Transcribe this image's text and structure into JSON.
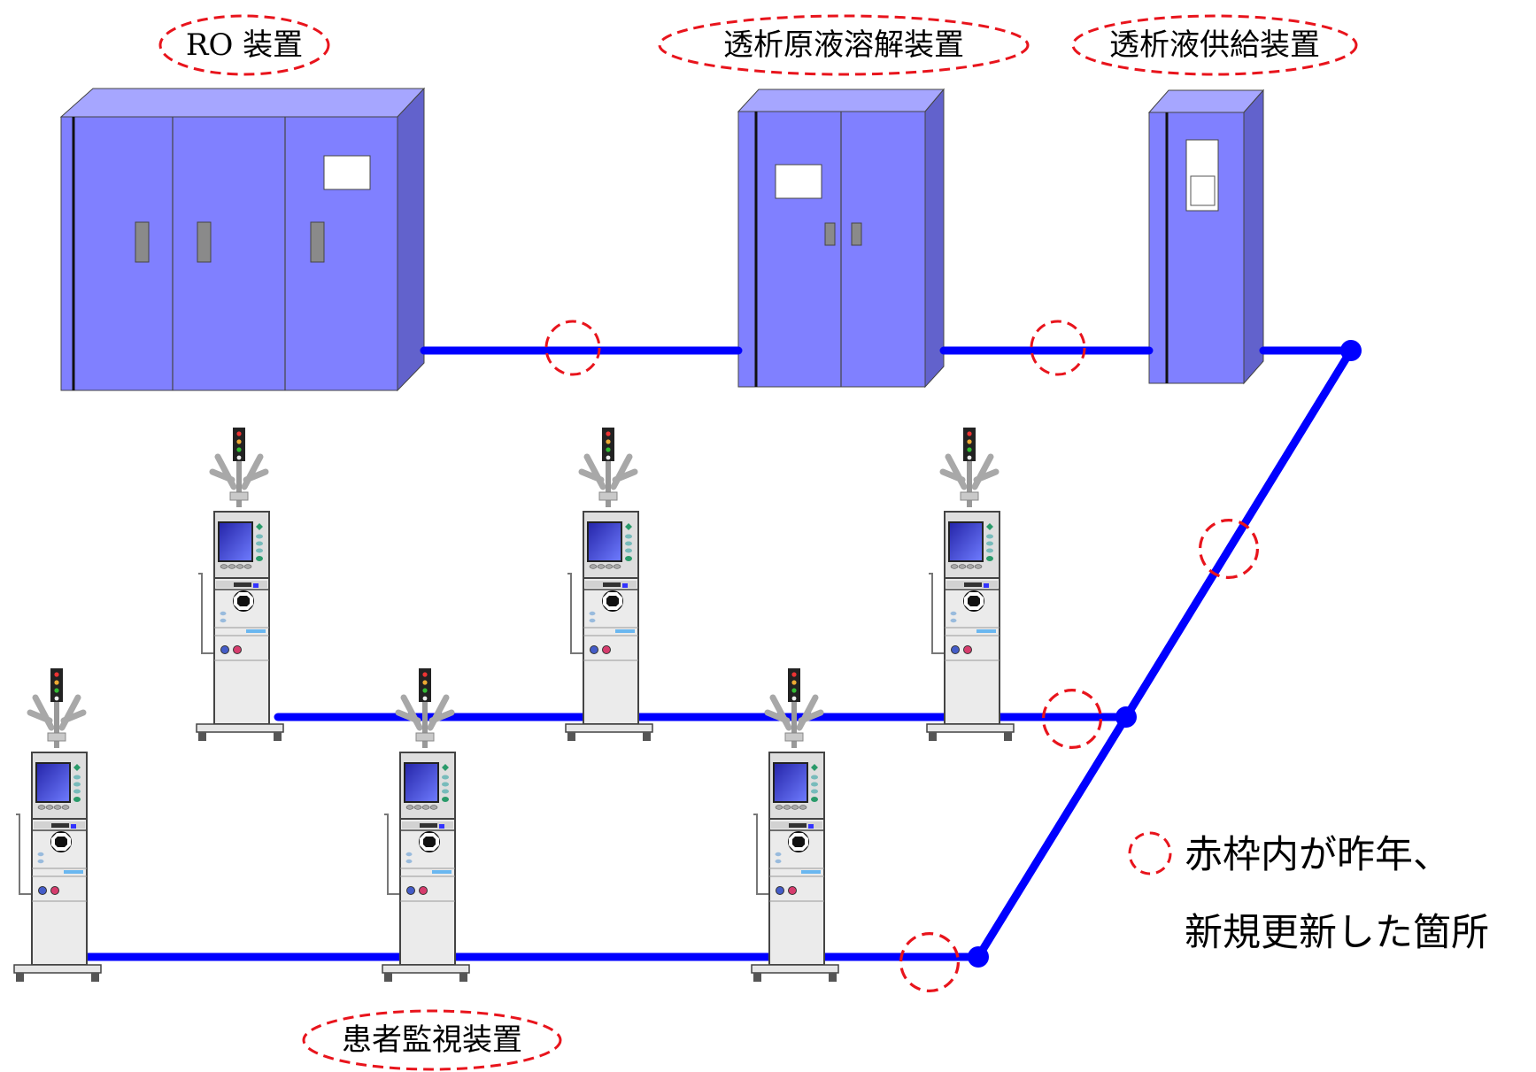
{
  "labels": {
    "ro": "RO 装置",
    "dissolver": "透析原液溶解装置",
    "supply": "透析液供給装置",
    "monitor": "患者監視装置"
  },
  "legend": {
    "line1": "赤枠内が昨年、",
    "line2": "新規更新した箇所"
  },
  "colors": {
    "pipe": "#0000ff",
    "marker": "#e8141c",
    "cabinet_front": "#8080ff",
    "cabinet_top": "#a6a6ff",
    "cabinet_side": "#6262cc",
    "monitor_body": "#ececec"
  },
  "icons": {
    "cabinet": "cabinet-icon",
    "dialysis_machine": "dialysis-machine-icon",
    "legend_marker": "dashed-circle-icon"
  }
}
